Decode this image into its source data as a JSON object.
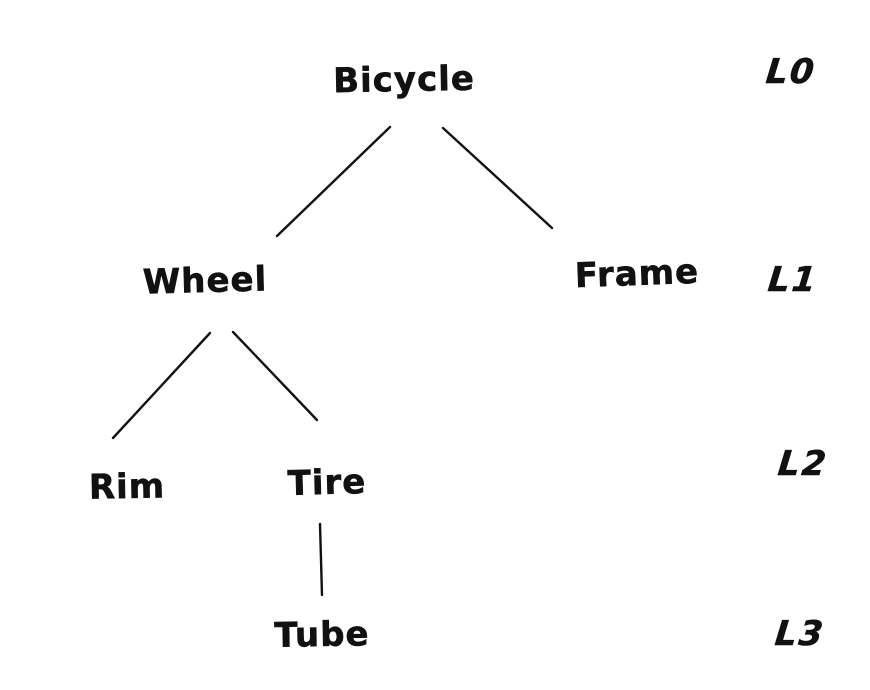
{
  "diagram": {
    "type": "tree",
    "root": "Bicycle",
    "nodes": [
      {
        "id": "bicycle",
        "label": "Bicycle",
        "level": 0
      },
      {
        "id": "wheel",
        "label": "Wheel",
        "level": 1
      },
      {
        "id": "frame",
        "label": "Frame",
        "level": 1
      },
      {
        "id": "rim",
        "label": "Rim",
        "level": 2
      },
      {
        "id": "tire",
        "label": "Tire",
        "level": 2
      },
      {
        "id": "tube",
        "label": "Tube",
        "level": 3
      }
    ],
    "edges": [
      {
        "from": "Bicycle",
        "to": "Wheel"
      },
      {
        "from": "Bicycle",
        "to": "Frame"
      },
      {
        "from": "Wheel",
        "to": "Rim"
      },
      {
        "from": "Wheel",
        "to": "Tire"
      },
      {
        "from": "Tire",
        "to": "Tube"
      }
    ],
    "level_labels": [
      "L0",
      "L1",
      "L2",
      "L3"
    ],
    "colors": {
      "ink": "#111111",
      "background": "#ffffff"
    }
  }
}
